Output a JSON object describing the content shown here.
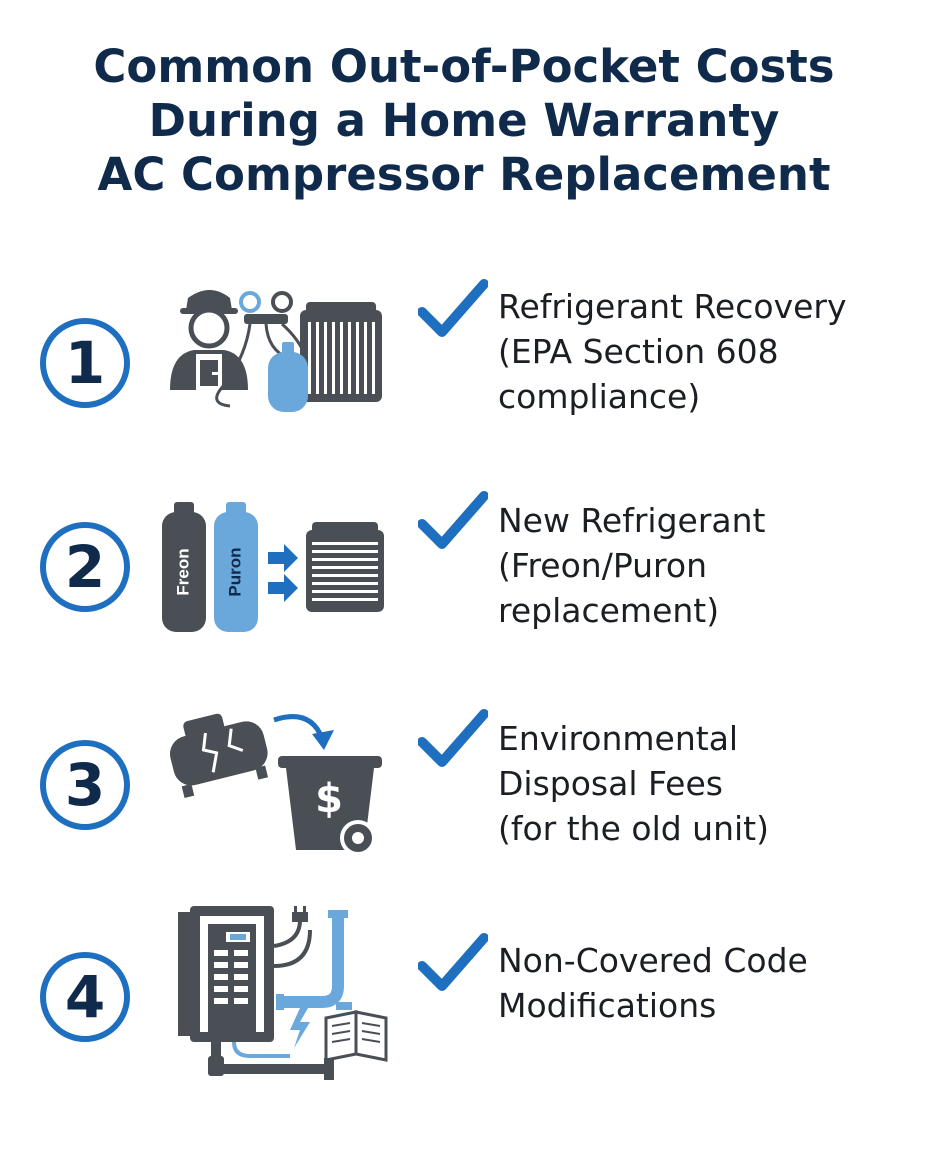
{
  "title": {
    "line1": "Common Out-of-Pocket Costs",
    "line2": "During a Home Warranty",
    "line3": "AC Compressor Replacement"
  },
  "colors": {
    "navy": "#0f2a4a",
    "accent_blue": "#1e6fc0",
    "light_blue": "#6aa8dc",
    "icon_gray": "#4a4f56"
  },
  "items": [
    {
      "number": "1",
      "icon": "technician-refrigerant-recovery-icon",
      "lines": [
        "Refrigerant Recovery",
        "(EPA Section 608",
        "compliance)"
      ]
    },
    {
      "number": "2",
      "icon": "refrigerant-tanks-icon",
      "tank_labels": [
        "Freon",
        "Puron"
      ],
      "lines": [
        "New Refrigerant",
        "(Freon/Puron",
        "replacement)"
      ]
    },
    {
      "number": "3",
      "icon": "compressor-disposal-icon",
      "bin_symbol": "$",
      "lines": [
        "Environmental",
        "Disposal Fees",
        "(for the old unit)"
      ]
    },
    {
      "number": "4",
      "icon": "code-modifications-icon",
      "lines": [
        "Non-Covered Code",
        "Modifications"
      ]
    }
  ]
}
